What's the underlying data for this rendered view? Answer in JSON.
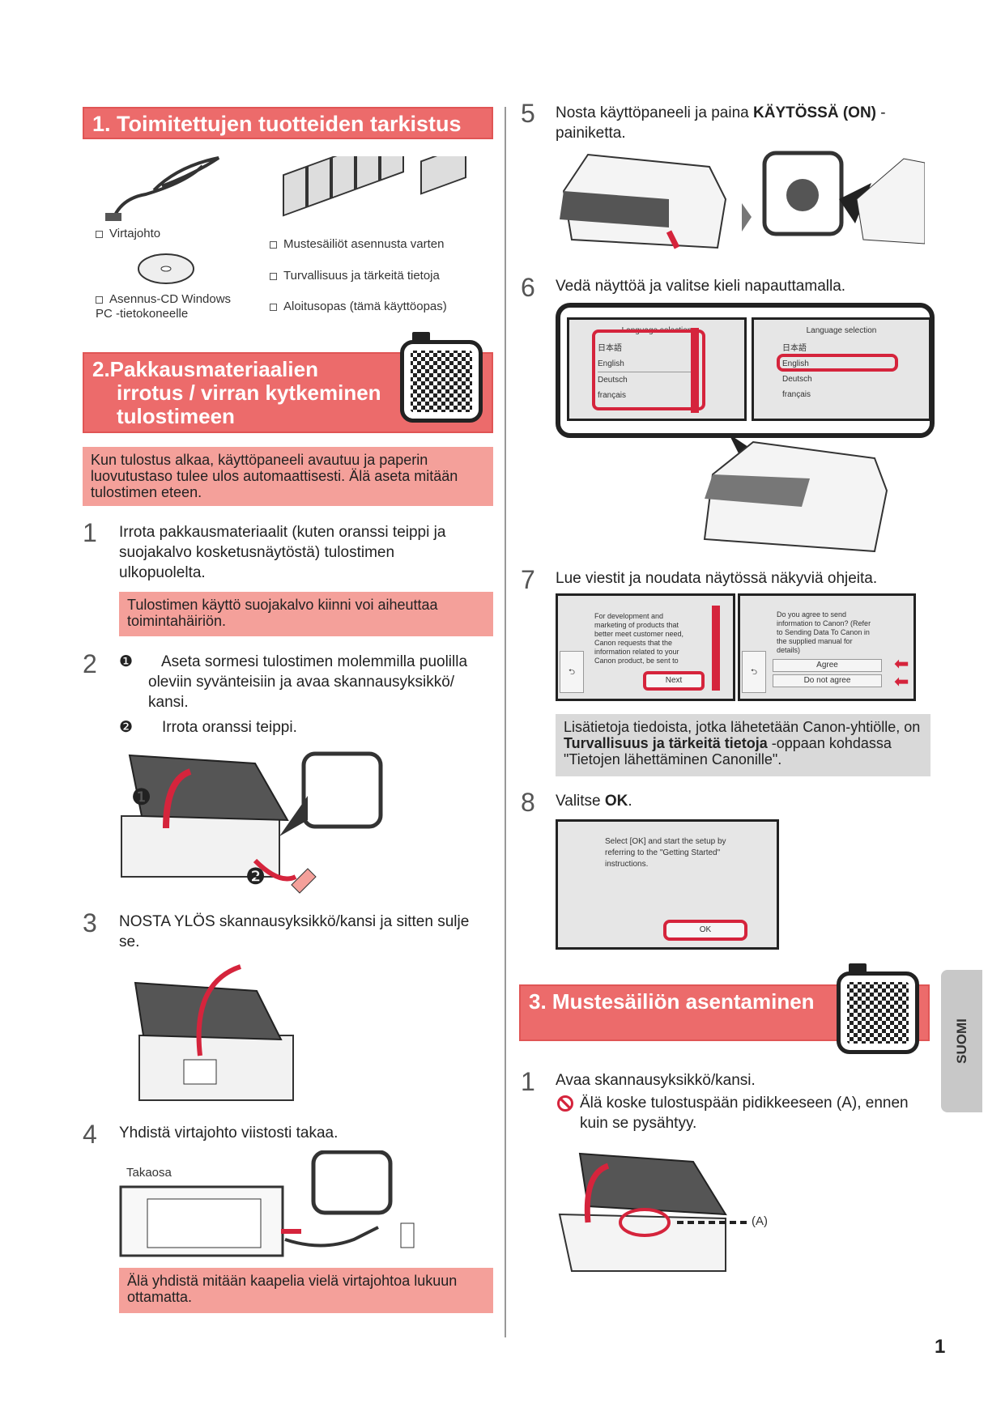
{
  "section1": {
    "title": "1. Toimitettujen tuotteiden tarkistus",
    "items": [
      "Virtajohto",
      "Asennus-CD Windows PC -tietokoneelle",
      "Mustesäiliöt asennusta varten",
      "Turvallisuus ja tärkeitä tietoja",
      "Aloitusopas (tämä käyttöopas)"
    ]
  },
  "section2": {
    "title_line1": "2.Pakkausmateriaalien",
    "title_line2": "irrotus / virran kytkeminen",
    "title_line3": "tulostimeen",
    "intro_note": "Kun tulostus alkaa, käyttöpaneeli avautuu ja paperin luovutustaso tulee ulos automaattisesti. Älä aseta mitään tulostimen eteen.",
    "steps": [
      {
        "number": "1",
        "text": "Irrota pakkausmateriaalit (kuten oranssi teippi ja suojakalvo kosketusnäytöstä) tulostimen ulkopuolelta.",
        "note": "Tulostimen käyttö suojakalvo kiinni voi aiheuttaa toimintahäiriön."
      },
      {
        "number": "2",
        "sub1_marker": "❶",
        "sub1": "Aseta sormesi tulostimen molemmilla puolilla oleviin syvänteisiin ja avaa skannausyksikkö/ kansi.",
        "sub2_marker": "❷",
        "sub2": "Irrota oranssi teippi.",
        "callout1": "❶",
        "callout2": "❷"
      },
      {
        "number": "3",
        "text": "NOSTA YLÖS skannausyksikkö/kansi ja sitten sulje se."
      },
      {
        "number": "4",
        "text": "Yhdistä virtajohto viistosti takaa.",
        "image_label": "Takaosa",
        "note": "Älä yhdistä mitään kaapelia vielä virtajohtoa lukuun ottamatta."
      }
    ]
  },
  "right_steps": {
    "step5": {
      "number": "5",
      "text_pre": "Nosta käyttöpaneeli ja paina ",
      "text_bold": "KÄYTÖSSÄ (ON)",
      "text_post": " -painiketta."
    },
    "step6": {
      "number": "6",
      "text": "Vedä näyttöä ja valitse kieli napauttamalla.",
      "screen_title": "Language selection",
      "languages": [
        "日本語",
        "English",
        "Deutsch",
        "français"
      ]
    },
    "step7": {
      "number": "7",
      "text": "Lue viestit ja noudata näytössä näkyviä ohjeita.",
      "screen1_text": "For development and marketing of products that better meet customer need, Canon requests that the information related to your Canon product, be sent to Canon (in case of",
      "screen1_button": "Next",
      "screen2_text": "Do you agree to send information to Canon? (Refer to Sending Data To Canon in the supplied manual for details)",
      "screen2_buttons": [
        "Agree",
        "Do not agree"
      ],
      "back_symbol": "⮌",
      "note_pre": "Lisätietoja tiedoista, jotka lähetetään Canon-yhtiölle, on ",
      "note_bold": "Turvallisuus ja tärkeitä tietoja",
      "note_post": " -oppaan kohdassa \"Tietojen lähettäminen Canonille\"."
    },
    "step8": {
      "number": "8",
      "text_pre": "Valitse ",
      "text_bold": "OK",
      "text_post": ".",
      "screen_text": "Select [OK] and start the setup by referring to the \"Getting Started\" instructions.",
      "screen_button": "OK"
    }
  },
  "section3": {
    "title": "3.  Mustesäiliön asentaminen",
    "step1": {
      "number": "1",
      "text": "Avaa skannausyksikkö/kansi.",
      "warning": "Älä koske tulostuspään pidikkeeseen (A), ennen kuin se pysähtyy.",
      "callout": "(A)"
    }
  },
  "side_tab": "SUOMI",
  "page_number": "1",
  "colors": {
    "header": "#ec6b6b",
    "note": "#f4a09a",
    "accent_red": "#d5243c",
    "gray_note": "#d9d9d9"
  }
}
